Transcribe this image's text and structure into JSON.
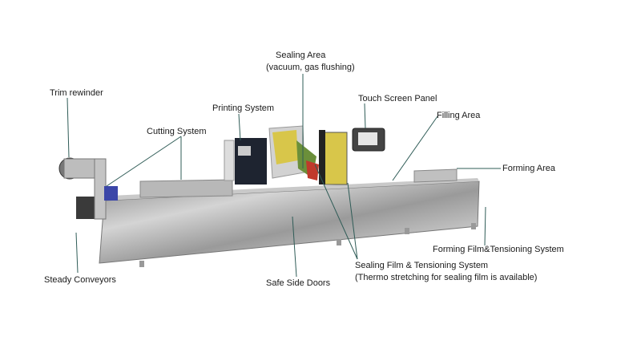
{
  "labels": {
    "sealing_area": "Sealing Area",
    "sealing_area_sub": "(vacuum, gas flushing)",
    "trim_rewinder": "Trim rewinder",
    "printing_system": "Printing System",
    "touch_screen_panel": "Touch Screen Panel",
    "cutting_system": "Cutting System",
    "filling_area": "Filling Area",
    "forming_area": "Forming Area",
    "forming_film": "Forming Film&Tensioning System",
    "sealing_film": "Sealing Film & Tensioning System",
    "sealing_film_sub": "(Thermo stretching for sealing film is available)",
    "steady_conveyors": "Steady Conveyors",
    "safe_side_doors": "Safe Side Doors"
  },
  "colors": {
    "leader": "#2f5c57",
    "steel": "#a9a9a9",
    "tray": "#d8c64a",
    "accent_red": "#c0392b",
    "blue_box": "#3b46a8"
  }
}
